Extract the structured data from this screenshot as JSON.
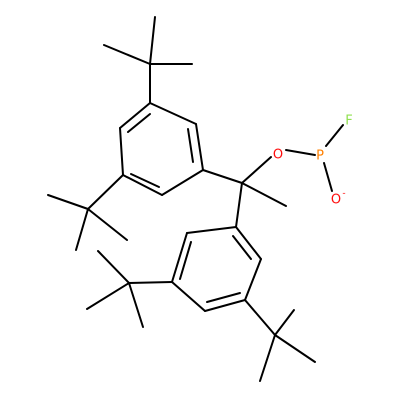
{
  "molecule": {
    "atoms": {
      "O": {
        "symbol": "O",
        "color": "#ff0d0d"
      },
      "P": {
        "symbol": "P",
        "color": "#ff8000"
      },
      "F": {
        "symbol": "F",
        "color": "#90e050"
      },
      "Ominus": {
        "symbol": "O",
        "color": "#ff0d0d",
        "charge": "-"
      }
    },
    "bond_color": "#000000"
  }
}
